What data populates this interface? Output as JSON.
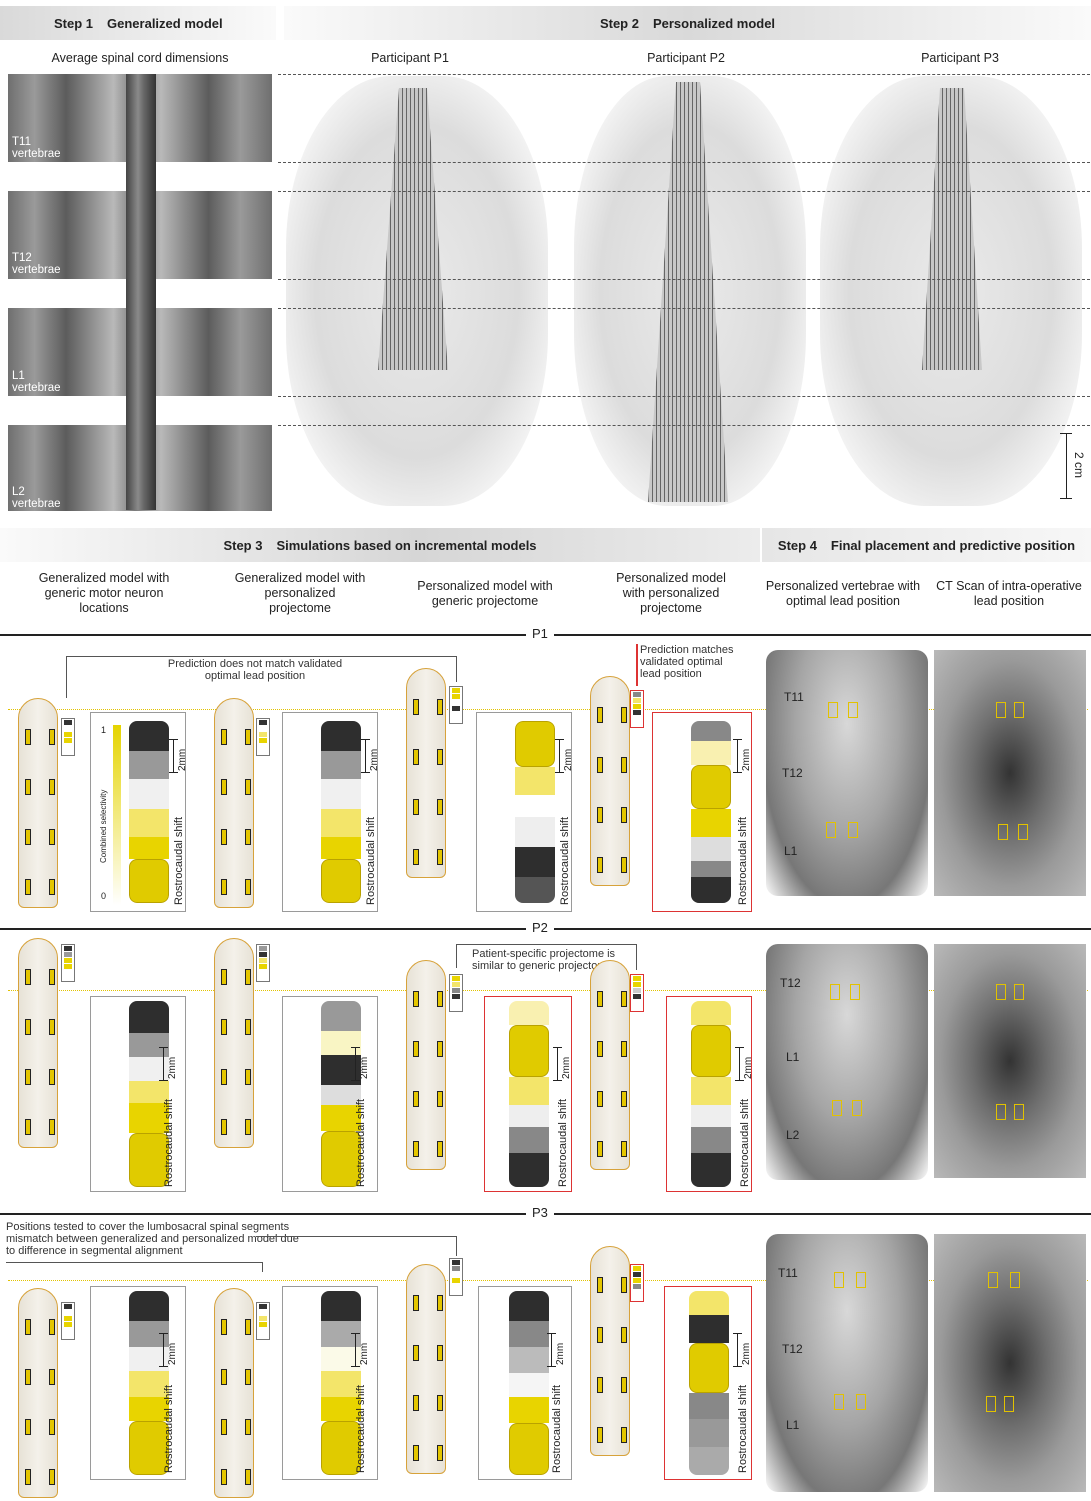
{
  "steps": {
    "s1_num": "Step 1",
    "s1_title": "Generalized model",
    "s2_num": "Step 2",
    "s2_title": "Personalized model",
    "s3_num": "Step 3",
    "s3_title": "Simulations based on incremental models",
    "s4_num": "Step 4",
    "s4_title": "Final placement and predictive position"
  },
  "step1": {
    "header": "Average spinal cord dimensions",
    "vertebrae": [
      {
        "name": "T11",
        "word": "vertebrae"
      },
      {
        "name": "T12",
        "word": "vertebrae"
      },
      {
        "name": "L1",
        "word": "vertebrae"
      },
      {
        "name": "L2",
        "word": "vertebrae"
      }
    ]
  },
  "step2": {
    "participants": [
      "Participant P1",
      "Participant P2",
      "Participant P3"
    ],
    "scale_label": "2 cm"
  },
  "step3_headers": [
    "Generalized model with generic motor neuron locations",
    "Generalized model with personalized projectome",
    "Personalized model with generic projectome",
    "Personalized model with personalized projectome"
  ],
  "step4_headers": [
    "Personalized vertebrae with optimal lead position",
    "CT Scan of  intra-operative lead position"
  ],
  "rows": {
    "p1": {
      "label": "P1",
      "note_left": "Prediction does not match validated optimal lead position",
      "note_right": "Prediction matches validated optimal lead position",
      "levels": [
        "T11",
        "T12",
        "L1"
      ]
    },
    "p2": {
      "label": "P2",
      "note": "Patient-specific projectome is similar to generic projectome",
      "levels": [
        "T12",
        "L1",
        "L2"
      ]
    },
    "p3": {
      "label": "P3",
      "note": "Positions tested to cover  the lumbosacral spinal segments mismatch between generalized and personalized model due to difference in segmental alignment",
      "levels": [
        "T11",
        "T12",
        "L1"
      ]
    }
  },
  "panel_labels": {
    "scale": "2mm",
    "axis": "Rostrocaudal shift",
    "colorbar_title": "Combined selectivity",
    "colorbar_max": "1",
    "colorbar_min": "0"
  },
  "colors": {
    "yellow": "#e8d400",
    "dark": "#2e2e2e",
    "red": "#d33333"
  }
}
